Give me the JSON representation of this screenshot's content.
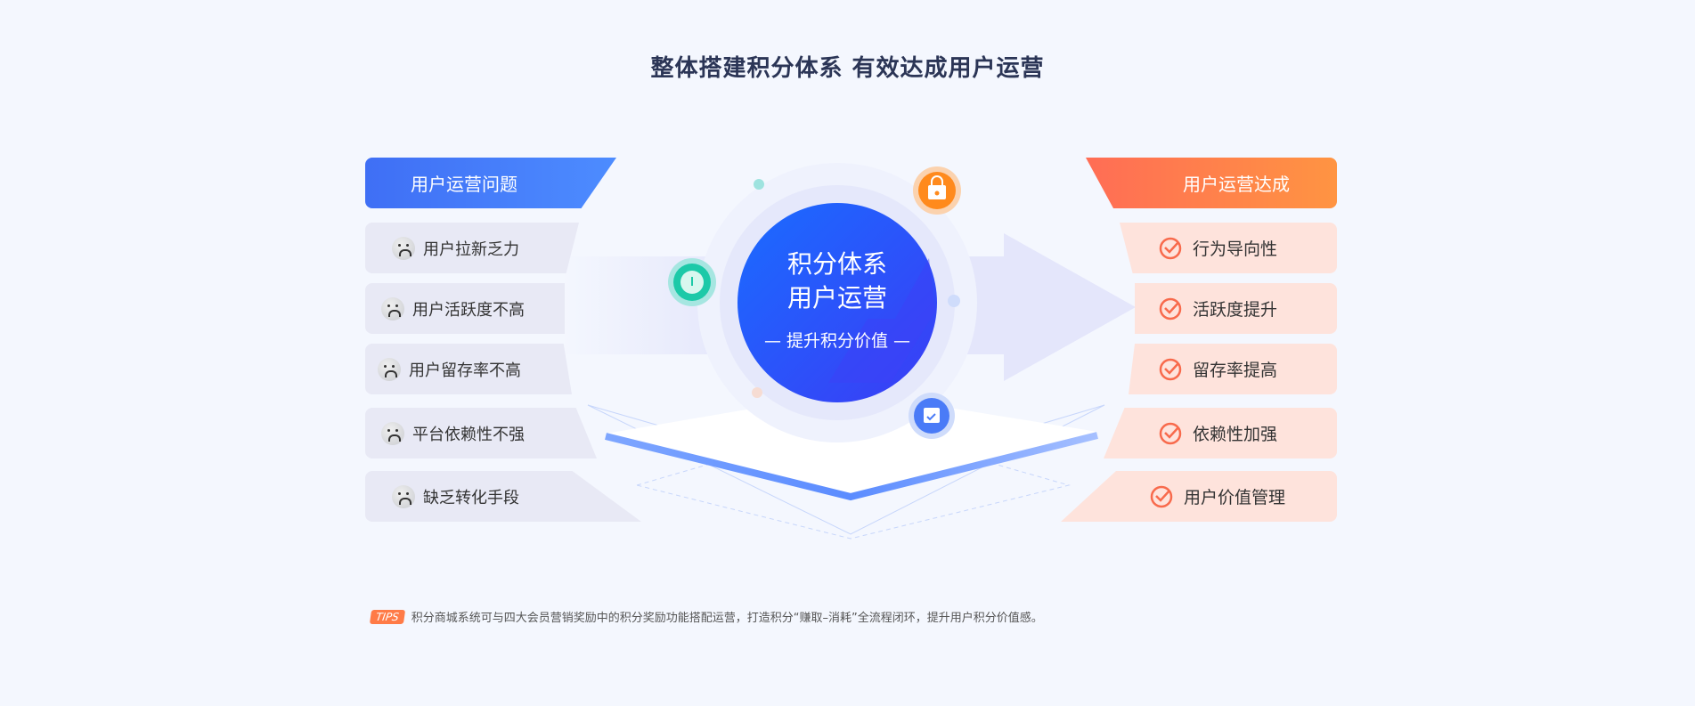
{
  "title": "整体搭建积分体系 有效达成用户运营",
  "left": {
    "header": "用户运营问题",
    "items": [
      "用户拉新乏力",
      "用户活跃度不高",
      "用户留存率不高",
      "平台依赖性不强",
      "缺乏转化手段"
    ]
  },
  "right": {
    "header": "用户运营达成",
    "items": [
      "行为导向性",
      "活跃度提升",
      "留存率提高",
      "依赖性加强",
      "用户价值管理"
    ]
  },
  "center": {
    "line1": "积分体系",
    "line2": "用户运营",
    "sub": "提升积分价值"
  },
  "tips": {
    "badge": "TIPS",
    "text": "积分商城系统可与四大会员营销奖励中的积分奖励功能搭配运营，打造积分“赚取–消耗”全流程闭环，提升用户积分价值感。"
  },
  "colors": {
    "blue": "#3f6ff5",
    "orange": "#ff7b47",
    "bg": "#f4f7fe"
  }
}
